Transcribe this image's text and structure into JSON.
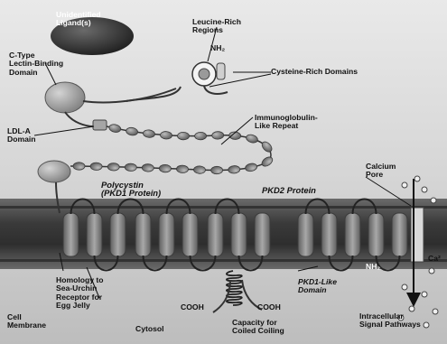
{
  "labels": {
    "unidentified_ligands": "Unidentified\nLigand(s)",
    "leucine_rich_regions": "Leucine-Rich\nRegions",
    "nh2_top": "NH₂",
    "cysteine_rich_domains": "Cysteine-Rich Domains",
    "c_type_lectin": "C-Type\nLectin-Binding\nDomain",
    "ldl_a_domain": "LDL-A\nDomain",
    "immunoglobulin_repeat": "Immunoglobulin-\nLike Repeat",
    "polycystin": "Polycystin\n(PKD1 Protein)",
    "pkd2_protein": "PKD2 Protein",
    "calcium_pore": "Calcium\nPore",
    "ca2": "Ca²",
    "nh2_bottom": "NH₂",
    "homology": "Homology to\nSea-Urchin\nReceptor for\nEgg Jelly",
    "cooh_left": "COOH",
    "cooh_right": "COOH",
    "pkd1_like_domain": "PKD1-Like\nDomain",
    "intracellular": "Intracellular\nSignal Pathways",
    "cell_membrane": "Cell\nMembrane",
    "cytosol": "Cytosol",
    "coiled_coiling": "Capacity for\nCoiled Coiling"
  },
  "colors": {
    "membrane_dark": "#3a3a3a",
    "helix_grey": "#8a8a8a",
    "bead_grey": "#7a7a7a",
    "ligand_dark": "#2b2b2b",
    "background_light": "#e6e6e6"
  }
}
